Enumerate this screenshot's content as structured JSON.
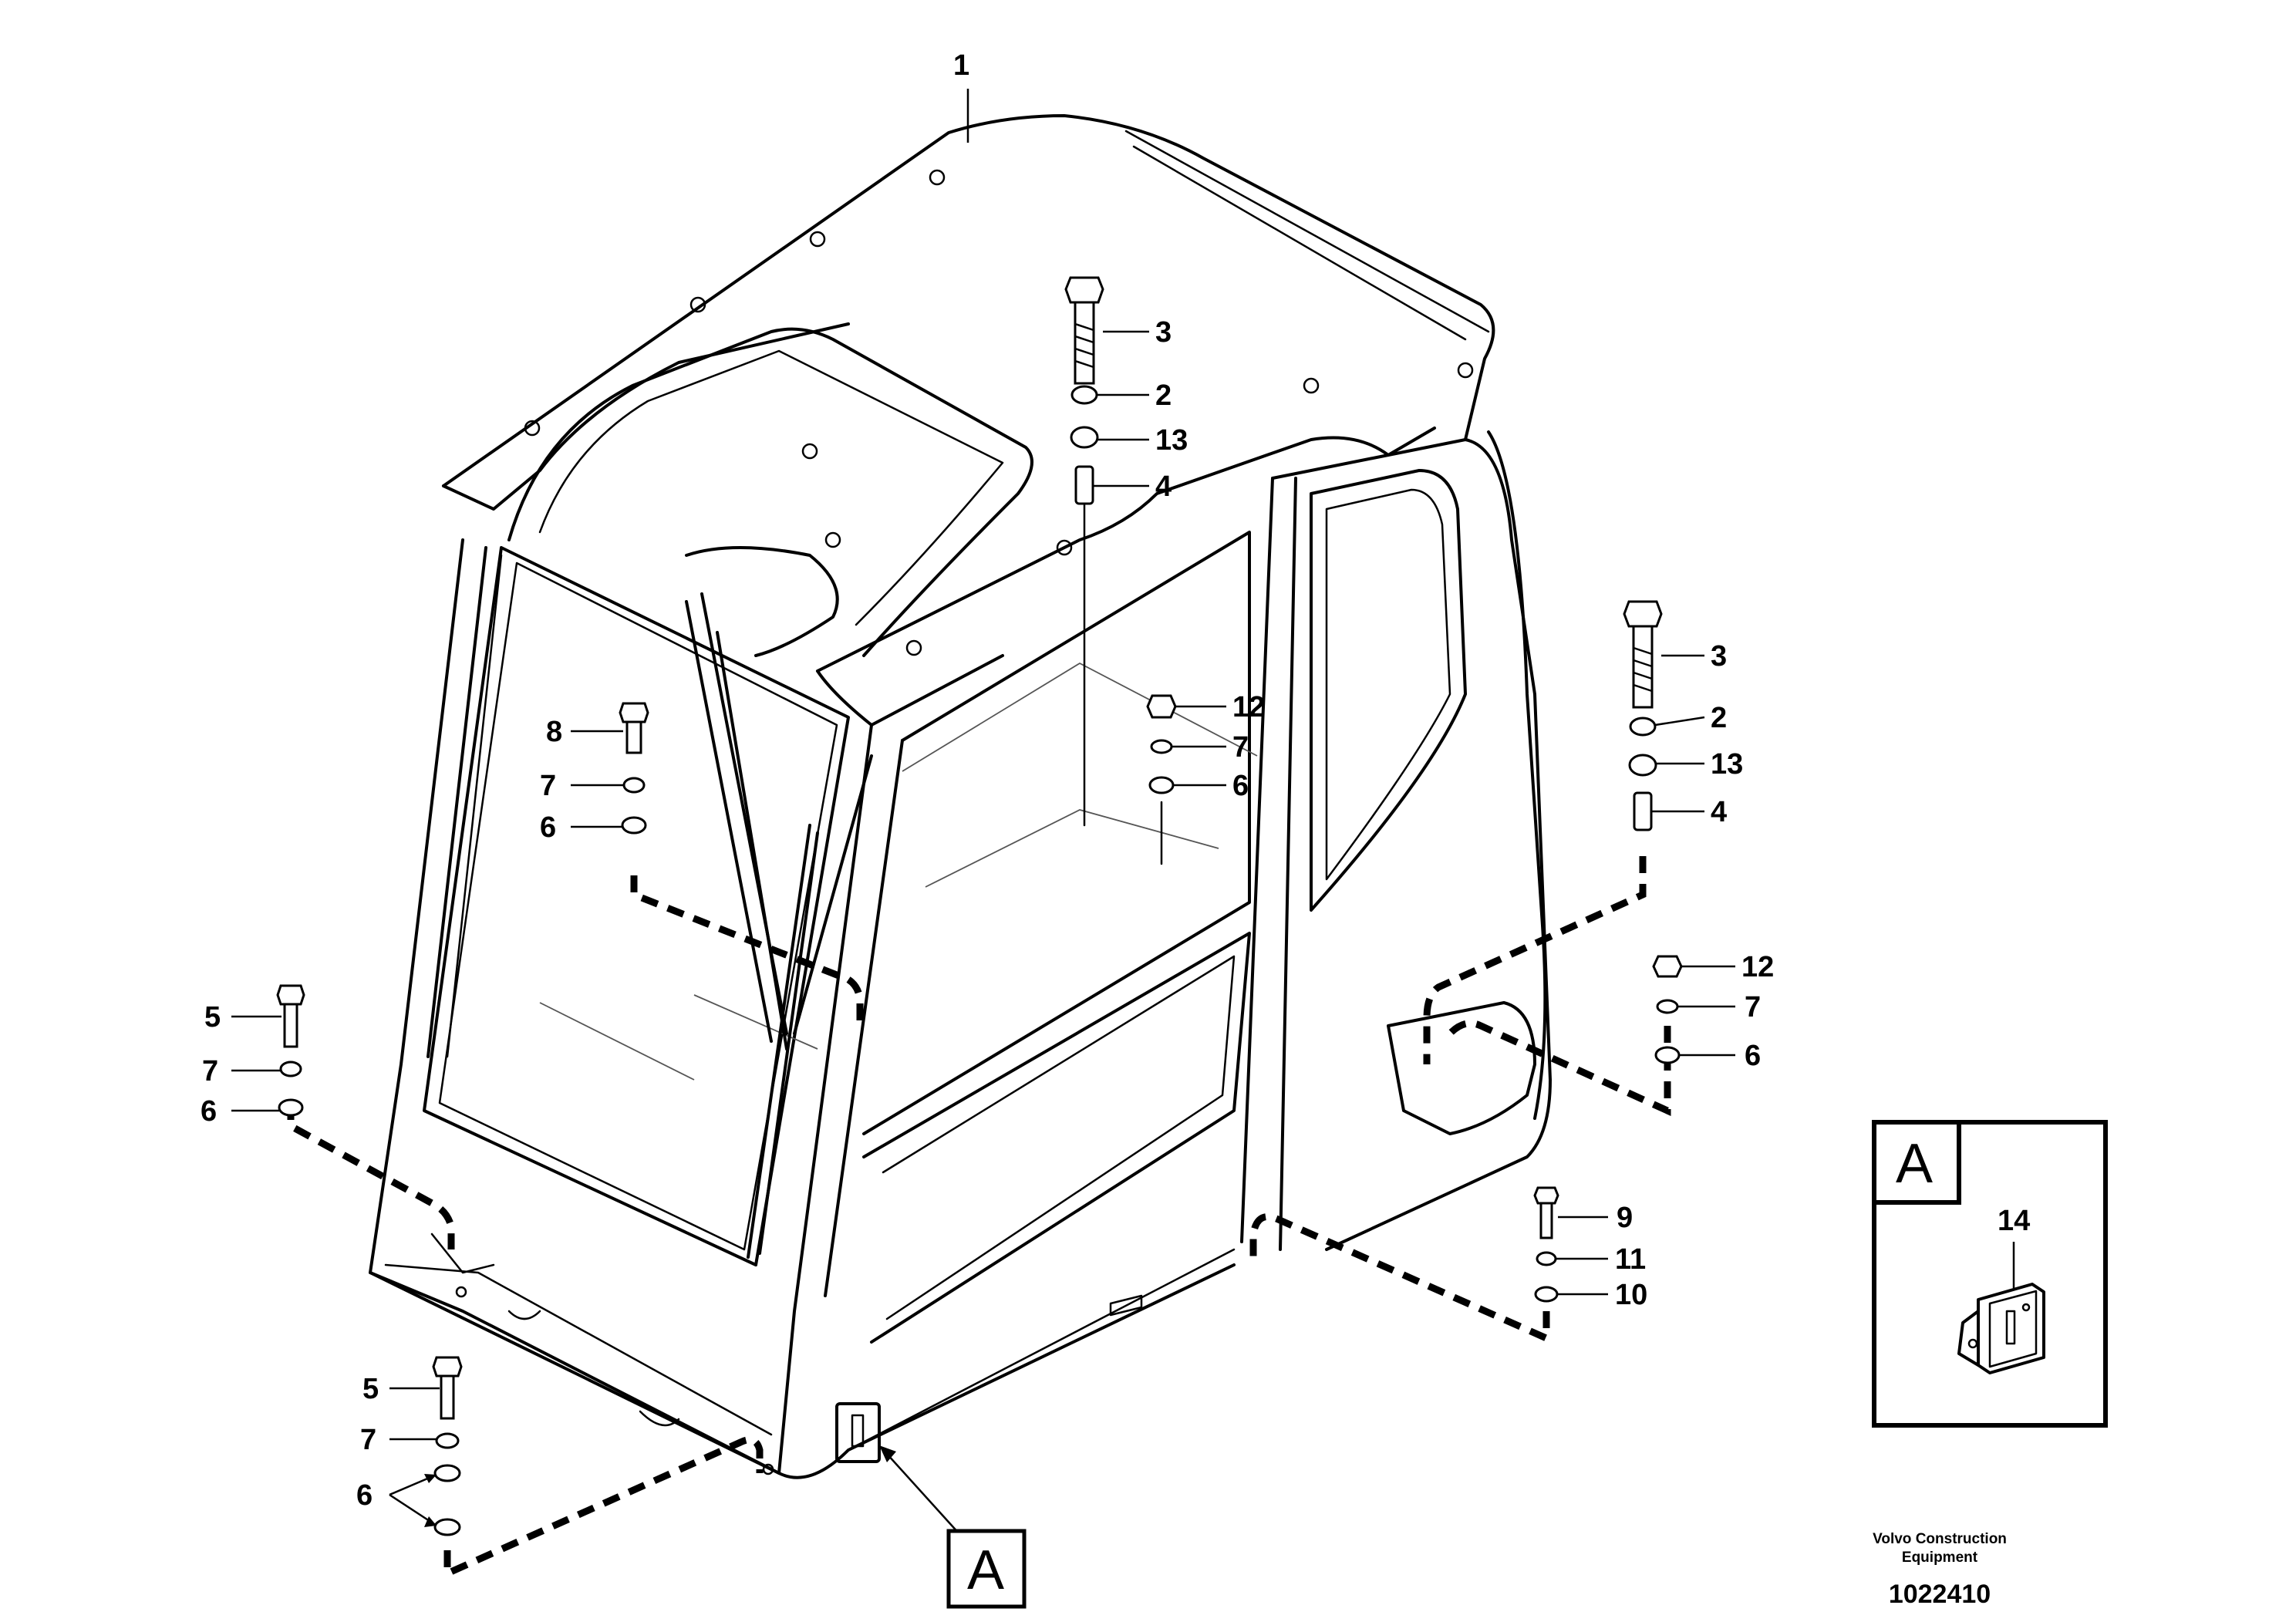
{
  "callouts": {
    "roof": "1",
    "top_bolt": "3",
    "top_washer": "2",
    "top_spacer_washer": "13",
    "top_sleeve": "4",
    "mid_nut": "12",
    "mid_lockwasher": "7",
    "mid_washer": "6",
    "left_bolt": "8",
    "left_lockwasher": "7",
    "left_washer": "6",
    "right_bolt": "3",
    "right_washer": "2",
    "right_spacer_washer": "13",
    "right_sleeve": "4",
    "right_nut": "12",
    "right_lockwasher": "7",
    "right_washer_lower": "6",
    "front_bolt": "5",
    "front_lockwasher": "7",
    "front_washer": "6",
    "rear_bolt": "9",
    "rear_lockwasher": "11",
    "rear_washer": "10",
    "bottom_bolt": "5",
    "bottom_lockwasher": "7",
    "bottom_washers": "6",
    "detail_part": "14"
  },
  "detail_box": {
    "letter": "A"
  },
  "reference_box": {
    "letter": "A"
  },
  "footer": {
    "company_line1": "Volvo Construction",
    "company_line2": "Equipment",
    "drawing_number": "1022410"
  }
}
